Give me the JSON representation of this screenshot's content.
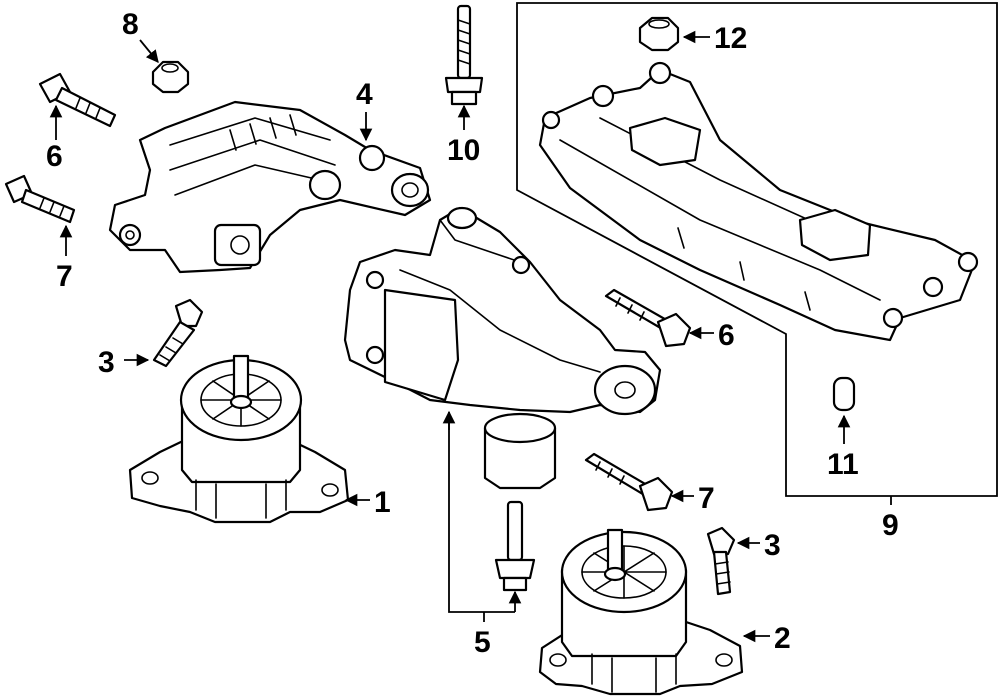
{
  "callouts": {
    "c1": "1",
    "c2": "2",
    "c3a": "3",
    "c3b": "3",
    "c4": "4",
    "c5": "5",
    "c6a": "6",
    "c6b": "6",
    "c7a": "7",
    "c7b": "7",
    "c8": "8",
    "c9": "9",
    "c10": "10",
    "c11": "11",
    "c12": "12"
  }
}
